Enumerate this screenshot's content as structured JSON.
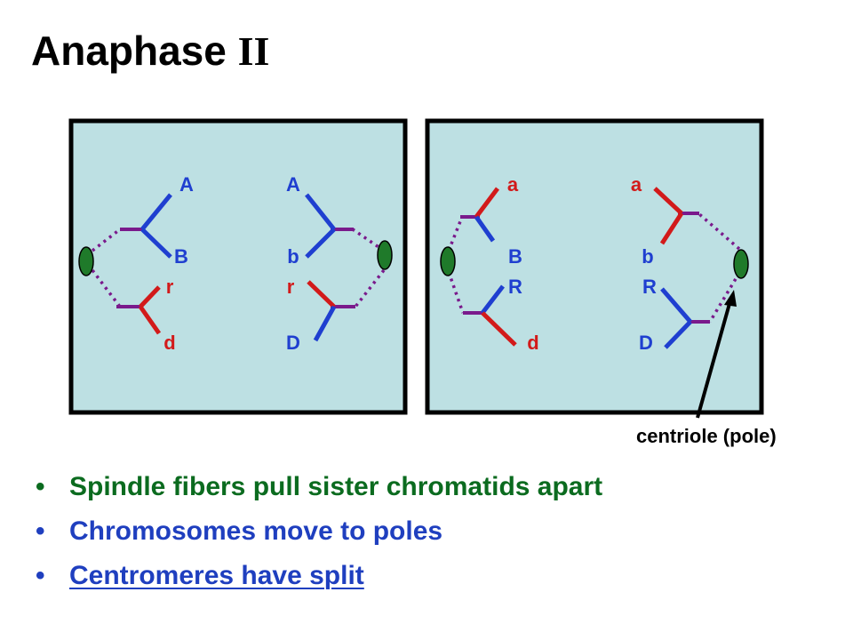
{
  "slide": {
    "title": "Anaphase",
    "title_numeral": "II"
  },
  "cell_left": {
    "left_group_labels": {
      "top": "A",
      "middle": "B",
      "lower": "r",
      "bottom": "d"
    },
    "right_group_labels": {
      "top": "A",
      "middle": "b",
      "lower": "r",
      "bottom": "D"
    }
  },
  "cell_right": {
    "left_group_labels": {
      "top": "a",
      "middle": "B",
      "lower": "R",
      "bottom": "d"
    },
    "right_group_labels": {
      "top": "a",
      "middle": "b",
      "lower": "R",
      "bottom": "D"
    }
  },
  "callout": {
    "text": "centriole (pole)"
  },
  "bullets": [
    {
      "text": "Spindle fibers pull sister chromatids apart",
      "color": "#0b6b1f",
      "underlined": false
    },
    {
      "text": "Chromosomes move to poles",
      "color": "#1f3fbf",
      "underlined": false
    },
    {
      "text": "Centromeres have split",
      "color": "#1f3fbf",
      "underlined": true
    }
  ],
  "colors": {
    "cell_fill": "#bde0e3",
    "cell_border": "#000000",
    "blue_chromatid": "#1f3fd0",
    "red_chromatid": "#d21a1a",
    "purple_centromere": "#7a1a8c",
    "centriole": "#1f7a2a",
    "label_blue": "#1f3fd0",
    "label_red": "#d21a1a",
    "label_white": "#ffffff"
  }
}
